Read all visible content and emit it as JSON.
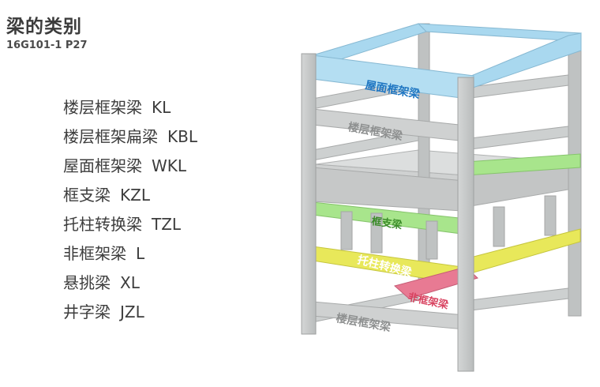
{
  "header": {
    "title": "梁的类别",
    "subtitle": "16G101-1  P27"
  },
  "beam_types": [
    {
      "name": "楼层框架梁",
      "code": "KL"
    },
    {
      "name": "楼层框架扁梁",
      "code": "KBL"
    },
    {
      "name": "屋面框架梁",
      "code": "WKL"
    },
    {
      "name": "框支梁",
      "code": "KZL"
    },
    {
      "name": "托柱转换梁",
      "code": "TZL"
    },
    {
      "name": "非框架梁",
      "code": "L"
    },
    {
      "name": "悬挑梁",
      "code": "XL"
    },
    {
      "name": "井字梁",
      "code": "JZL"
    }
  ],
  "diagram_labels": {
    "roof": "屋面框架梁",
    "upper_floor": "楼层框架梁",
    "transfer_support": "框支梁",
    "column_transfer": "托柱转换梁",
    "non_frame": "非框架梁",
    "bottom_floor": "楼层框架梁"
  },
  "colors": {
    "roof_beam": "#a9d8ef",
    "transfer_support_beam": "#a8e58c",
    "column_transfer_beam": "#e8e85a",
    "non_frame_beam": "#e87a93",
    "concrete": "#c9cbcb"
  }
}
